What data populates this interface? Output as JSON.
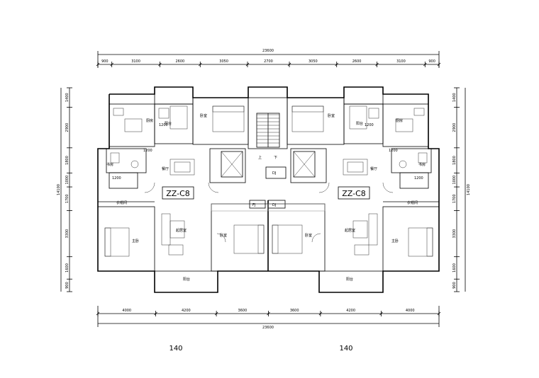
{
  "dimensions": {
    "total_width": "23600",
    "top_segments": [
      "900",
      "3100",
      "2600",
      "3050",
      "2700",
      "3050",
      "2600",
      "3100",
      "900"
    ],
    "bottom_segments": [
      "4000",
      "4200",
      "3600",
      "3600",
      "4200",
      "4000"
    ],
    "depth_total": "14100",
    "left_segments": [
      "1400",
      "2900",
      "1800",
      "1000",
      "1700",
      "3300",
      "1600",
      "900"
    ],
    "right_segments": [
      "1400",
      "2900",
      "1800",
      "1000",
      "1700",
      "3300",
      "1600",
      "900"
    ]
  },
  "unit_left": {
    "tag": "ZZ-C8",
    "area": "140",
    "inner_dims": [
      "1200",
      "1200",
      "1200"
    ],
    "rooms": {
      "kitchen": "厨房",
      "balcony_top": "阳台",
      "bedroom_top": "卧室",
      "dining": "餐厅",
      "hall": "衣帽间",
      "master": "主卧",
      "living": "起居室",
      "bedroom_mid": "卧室",
      "balcony_bottom": "阳台",
      "small": "书房"
    }
  },
  "unit_right": {
    "tag": "ZZ-C8",
    "area": "140",
    "inner_dims": [
      "1200",
      "1200",
      "1200"
    ],
    "rooms": {
      "kitchen": "厨房",
      "balcony_top": "阳台",
      "bedroom_top": "卧室",
      "dining": "餐厅",
      "hall": "衣帽间",
      "master": "主卧",
      "living": "起居室",
      "bedroom_mid": "卧室",
      "balcony_bottom": "阳台",
      "small": "书房"
    }
  },
  "core": {
    "stair_up": "上",
    "stair_down": "下",
    "shaft_label": "DJ",
    "pipe_label_a": "FJ",
    "pipe_label_b": "DJ"
  }
}
